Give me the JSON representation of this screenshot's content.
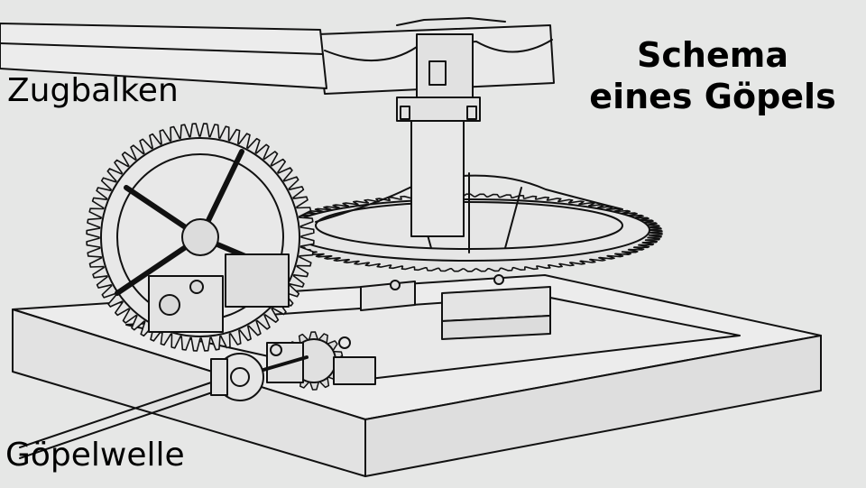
{
  "labels": {
    "zugbalken": "Zugbalken",
    "goepelwelle": "Göpelwelle"
  },
  "title": {
    "line1": "Schema",
    "line2": "eines Göpels"
  },
  "colors": {
    "background": "#e6e7e6",
    "ink": "#111111"
  }
}
